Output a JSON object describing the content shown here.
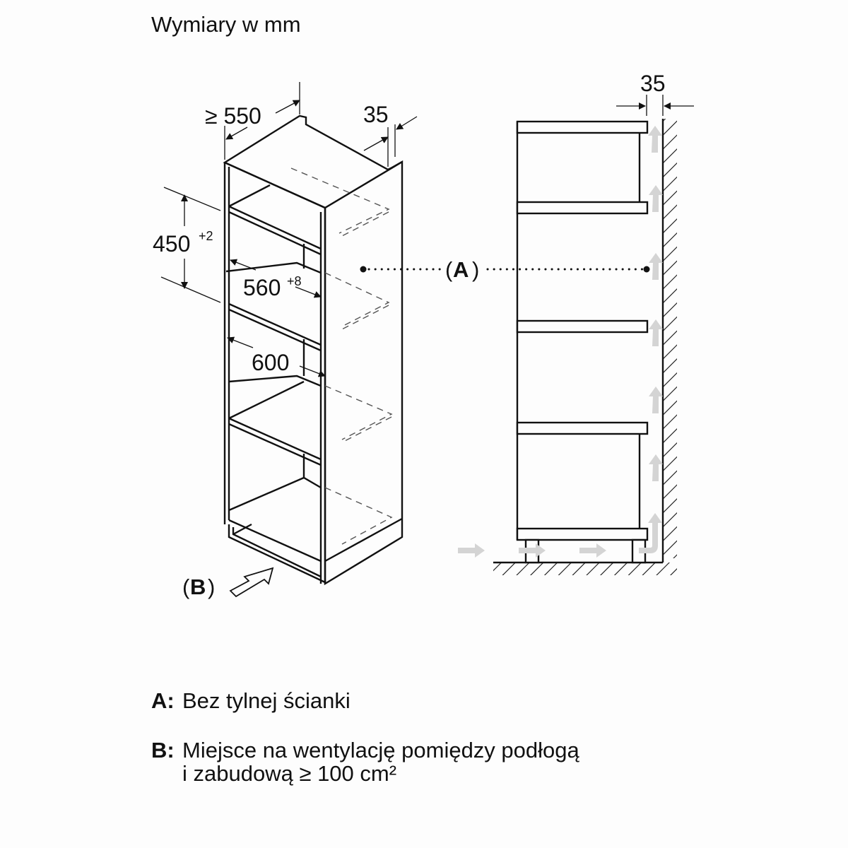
{
  "title": "Wymiary w mm",
  "dimensions": {
    "depth": "≥ 550",
    "back_gap_iso": "35",
    "back_gap_side": "35",
    "niche_height": "450",
    "niche_height_tol": "+2",
    "niche_width": "560",
    "niche_width_tol": "+8",
    "cabinet_width": "600"
  },
  "callouts": {
    "a_open": "(",
    "a": "A",
    "a_close": ")",
    "b_open": "(",
    "b": "B",
    "b_close": ")"
  },
  "legend": [
    {
      "key": "A:",
      "lines": [
        "Bez tylnej ścianki"
      ]
    },
    {
      "key": "B:",
      "lines": [
        "Miejsce na wentylację pomiędzy podłogą",
        "i zabudową ≥ 100 cm²"
      ]
    }
  ],
  "colors": {
    "line": "#111111",
    "airflow": "#d4d4d4",
    "background": "#fdfdfd"
  }
}
